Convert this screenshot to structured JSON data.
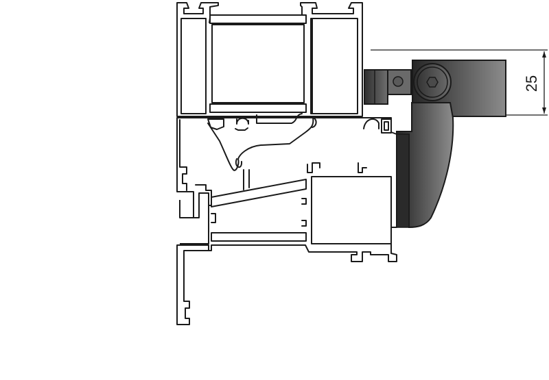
{
  "drawing": {
    "type": "technical cross-section",
    "subject": "aluminium window profile with hinge bracket",
    "dimension": {
      "value": "25",
      "orientation": "vertical"
    },
    "colors": {
      "line": "#1a1a1a",
      "background": "#ffffff",
      "hardware_dark": "#2a2a2a",
      "hardware_light": "#8a8a8a"
    }
  }
}
